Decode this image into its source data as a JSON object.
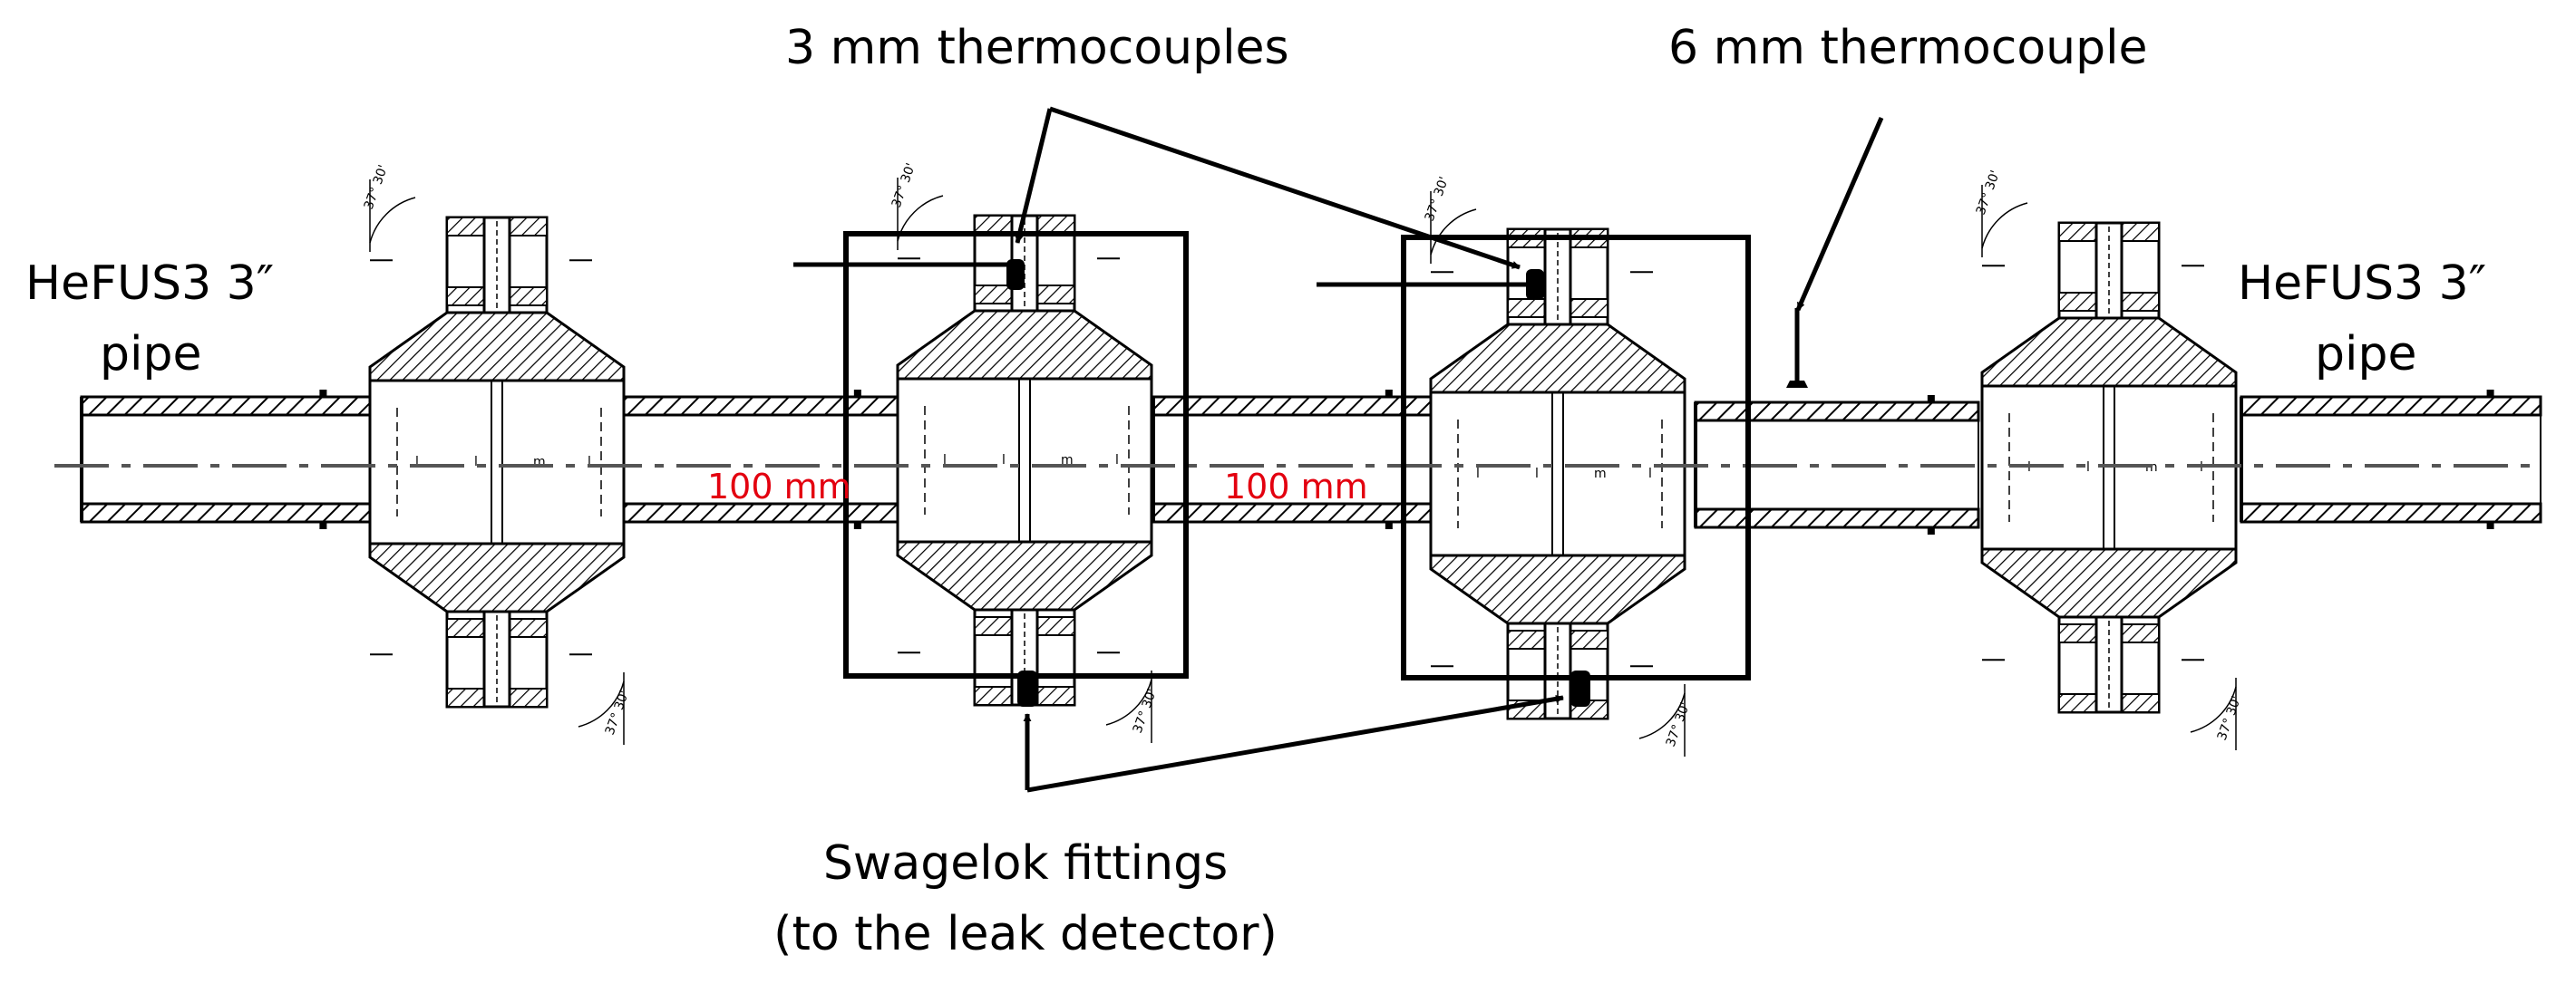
{
  "labels": {
    "left_pipe_line1": "HeFUS3 3″",
    "left_pipe_line2": "pipe",
    "right_pipe_line1": "HeFUS3 3″",
    "right_pipe_line2": "pipe",
    "tc3": "3 mm thermocouples",
    "tc6": "6 mm thermocouple",
    "swagelok_line1": "Swagelok fittings",
    "swagelok_line2": "(to the leak detector)"
  },
  "dimensions": {
    "gap_left": "100 mm",
    "gap_right": "100 mm"
  },
  "flange_annotations": {
    "angle_primary": "37°",
    "angle_secondary": "30'",
    "mark_l": "l",
    "mark_m": "m"
  },
  "colors": {
    "dimension_text": "#e3000f",
    "line": "#000000",
    "hatch": "#000000",
    "centerline": "#555555"
  }
}
